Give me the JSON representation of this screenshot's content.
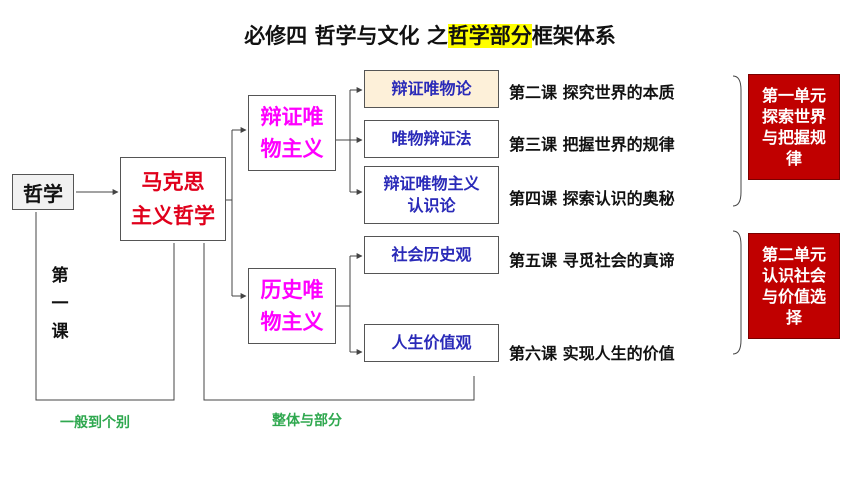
{
  "title": {
    "part1": "必修四 哲学与文化 之",
    "highlight": "哲学部分",
    "part2": "框架体系"
  },
  "nodes": {
    "root": "哲学",
    "marx_line1": "马克思",
    "marx_line2": "主义哲学",
    "dialectical_line1": "辩证唯",
    "dialectical_line2": "物主义",
    "historical_line1": "历史唯",
    "historical_line2": "物主义",
    "leaf1": "辩证唯物论",
    "leaf2": "唯物辩证法",
    "leaf3_line1": "辩证唯物主义",
    "leaf3_line2": "认识论",
    "leaf4": "社会历史观",
    "leaf5": "人生价值观"
  },
  "lessons": [
    "第二课 探究世界的本质",
    "第三课 把握世界的规律",
    "第四课 探索认识的奥秘",
    "第五课 寻觅社会的真谛",
    "第六课 实现人生的价值"
  ],
  "units": {
    "unit1_lines": [
      "第一单元",
      "探索世界",
      "与把握规",
      "律"
    ],
    "unit2_lines": [
      "第二单元",
      "认识社会",
      "与价值选",
      "择"
    ]
  },
  "side_label": [
    "第",
    "一",
    "课"
  ],
  "bottom_labels": {
    "left": "一般到个别",
    "right": "整体与部分"
  },
  "colors": {
    "marx_text": "#e0001b",
    "mid_text": "#ff00ff",
    "leaf_text": "#2a2ab8",
    "unit_bg": "#c00000",
    "highlight": "#ffff00",
    "green_text": "#2fa84f"
  }
}
